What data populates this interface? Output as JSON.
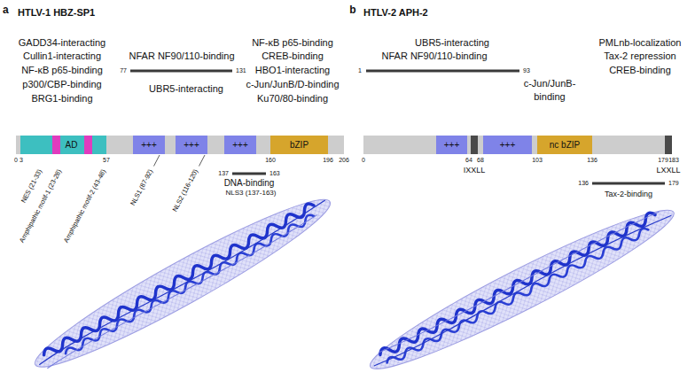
{
  "diagram": {
    "nodes": [
      {
        "text": [
          "AD"
        ]
      },
      {
        "text": [
          "+++"
        ]
      },
      {
        "text": [
          "+++"
        ]
      },
      {
        "text": [
          "+++"
        ]
      },
      {
        "text": [
          "bZIP"
        ]
      },
      {
        "text": [
          "+++"
        ]
      },
      {
        "text": [
          "+++"
        ]
      },
      {
        "text": [
          "nc bZIP"
        ]
      }
    ],
    "labels": [
      "a",
      "HTLV-1 HBZ-SP1",
      "GADD34-interacting",
      "Cullin1-interacting",
      "NF-κB p65-binding",
      "p300/CBP-binding",
      "BRG1-binding",
      "NFAR NF90/110-binding",
      "77",
      "131",
      "UBR5-interacting",
      "NF-κB p65-binding",
      "CREB-binding",
      "HBO1-interacting",
      "c-Jun/JunB/D-binding",
      "Ku70/80-binding",
      "0",
      "3",
      "57",
      "160",
      "196",
      "206",
      "137",
      "163",
      "DNA-binding",
      "NLS3 (137-163)",
      "NES (21-33)",
      "Amphipathic motif-1 (23-28)",
      "Amphipathic motif-2 (43-48)",
      "NLS1 (87-92)",
      "NLS2 (116-120)",
      "b",
      "HTLV-2 APH-2",
      "UBR5-interacting",
      "NFAR NF90/110-binding",
      "1",
      "93",
      "c-Jun/JunB-binding",
      "PMLnb-localization",
      "Tax-2 repression",
      "CREB-binding",
      "0",
      "64",
      "68",
      "103",
      "136",
      "179",
      "183",
      "IXXLL",
      "LXXLL",
      "136",
      "179",
      "Tax-2-binding"
    ]
  }
}
